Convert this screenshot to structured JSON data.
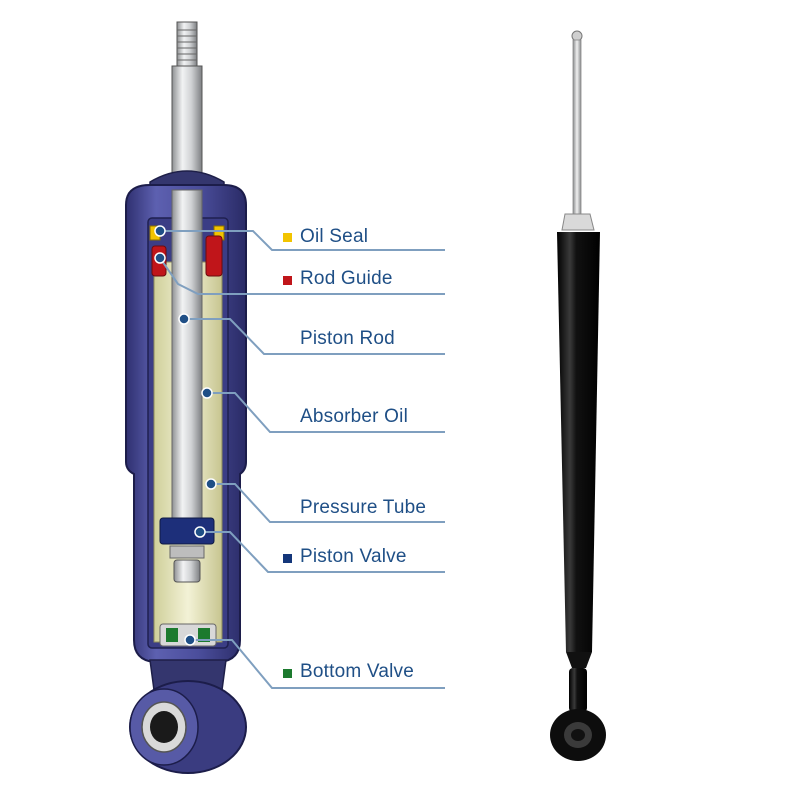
{
  "diagram": {
    "labels": [
      {
        "id": "oil-seal",
        "text": "Oil Seal",
        "marker": "square",
        "marker_color": "#f2c400"
      },
      {
        "id": "rod-guide",
        "text": "Rod Guide",
        "marker": "square",
        "marker_color": "#c0151a"
      },
      {
        "id": "piston-rod",
        "text": "Piston Rod",
        "marker": "none"
      },
      {
        "id": "absorber-oil",
        "text": "Absorber Oil",
        "marker": "none"
      },
      {
        "id": "pressure-tube",
        "text": "Pressure Tube",
        "marker": "none"
      },
      {
        "id": "piston-valve",
        "text": "Piston Valve",
        "marker": "square",
        "marker_color": "#14367a"
      },
      {
        "id": "bottom-valve",
        "text": "Bottom Valve",
        "marker": "square",
        "marker_color": "#1c7a2e"
      }
    ]
  },
  "colors": {
    "label_text": "#1f4f86",
    "leader_line": "#7f9fbf",
    "callout_dot": "#1f4f86",
    "housing": "#4a4c9a",
    "housing_dark": "#2c2d6b",
    "inner_tube": "#e8e6c6",
    "chrome": "#c8c9cb",
    "product_body": "#0b0b0b"
  }
}
